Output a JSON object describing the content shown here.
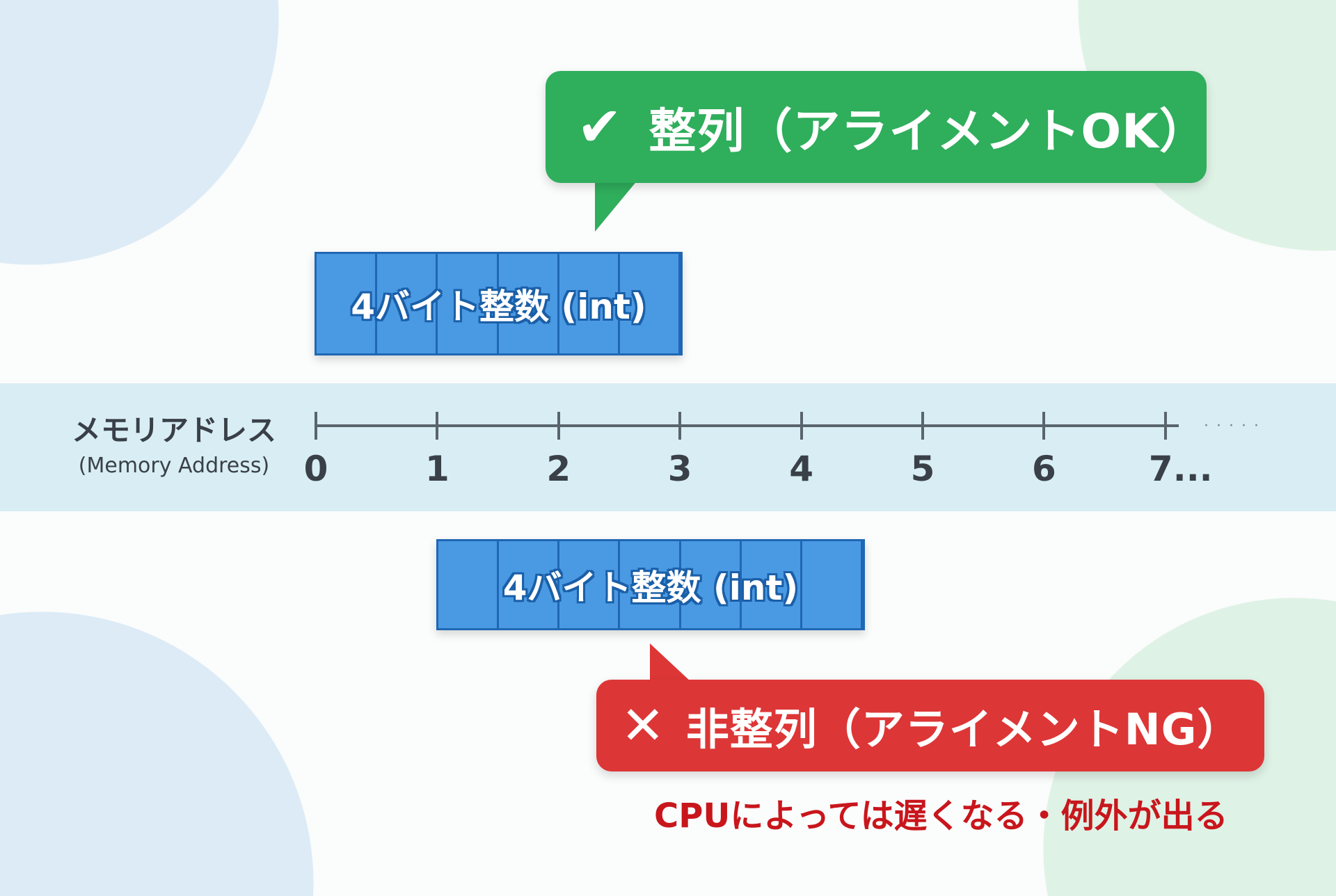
{
  "aligned": {
    "icon": "check-icon",
    "label": "整列（アライメントOK）",
    "color": "#2fae5c"
  },
  "misaligned": {
    "icon": "x-icon",
    "label": "非整列（アライメントNG）",
    "color": "#dd3636"
  },
  "block_top": {
    "label": "4バイト整数 (int)",
    "cells": 6
  },
  "block_bottom": {
    "label": "4バイト整数 (int)",
    "cells": 7
  },
  "axis": {
    "title_ja": "メモリアドレス",
    "title_en": "(Memory Address)",
    "ticks": [
      "0",
      "1",
      "2",
      "3",
      "4",
      "5",
      "6",
      "7..."
    ],
    "continuation": "· · · · ·"
  },
  "note": "CPUによっては遅くなる・例外が出る",
  "colors": {
    "block": "#4a9ae3",
    "band": "#d8eef4",
    "note": "#c8161c"
  }
}
